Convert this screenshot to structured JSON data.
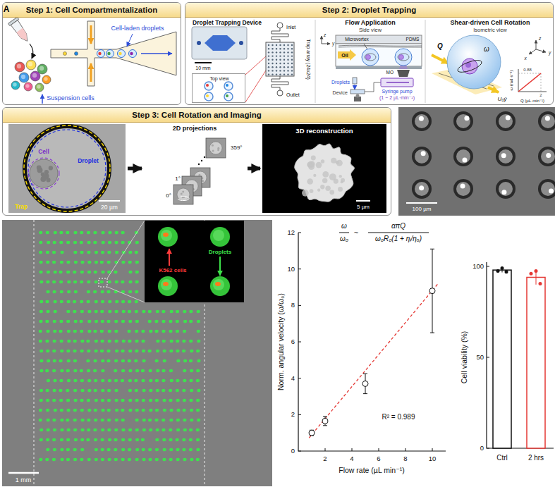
{
  "diagram": {
    "nodes": [
      {
        "text": [
          "Step 1: Cell Compartmentalization"
        ]
      },
      {
        "text": [
          "Step 2: Droplet Trapping"
        ]
      },
      {
        "text": [
          "Top view"
        ],
        "in": 1
      },
      {
        "text": [
          "Step 3: Cell Rotation and Imaging"
        ]
      },
      {
        "text": [
          "Droplet",
          "Cell",
          "Trap",
          "20 µm"
        ],
        "in": 3
      },
      {
        "text": [
          "2D projections",
          "359°",
          "1°",
          "0°"
        ],
        "in": 3
      },
      {
        "text": [
          "3D reconstruction",
          "5 µm"
        ],
        "in": 3
      }
    ],
    "edges": [
      {
        "from": 4,
        "to": 5,
        "arrow": "to"
      },
      {
        "from": 5,
        "to": 6,
        "arrow": "to"
      }
    ],
    "labels": [
      "A",
      "Cell-laden droplets",
      "Suspension cells",
      "Droplet Trapping Device",
      "10 mm",
      "Inlet",
      "Outlet",
      "Trap array (24x24)",
      "Flow Application",
      "Side view",
      "z",
      "y",
      "Microvortex",
      "PDMS",
      "Oil",
      "MO",
      "Droplets",
      "Device",
      "Syringe pump",
      "(1 ~ 2 µL·min⁻¹)",
      "Shear-driven Cell Rotation",
      "Isometric view",
      "Q",
      "z",
      "x",
      "y",
      "ω",
      "U₀ŷ",
      "ω (rad·s⁻¹)",
      "0.88",
      "2",
      "Q (µL·min⁻¹)",
      "100 µm",
      "1 mm",
      "K562 cells",
      "Droplets",
      "ω",
      "ω₀",
      "~",
      "απQ",
      "ω₀R₀(1 + ηᵢ/ηₒ)",
      "R² = 0.989",
      "Norm. angular velocity (ω/ω₀)",
      "0",
      "2",
      "4",
      "6",
      "8",
      "10",
      "12",
      "2",
      "4",
      "6",
      "8",
      "10",
      "Flow rate (µL min⁻¹)",
      "Cell viability (%)",
      "0",
      "50",
      "100",
      "Ctrl",
      "2 hrs"
    ]
  }
}
